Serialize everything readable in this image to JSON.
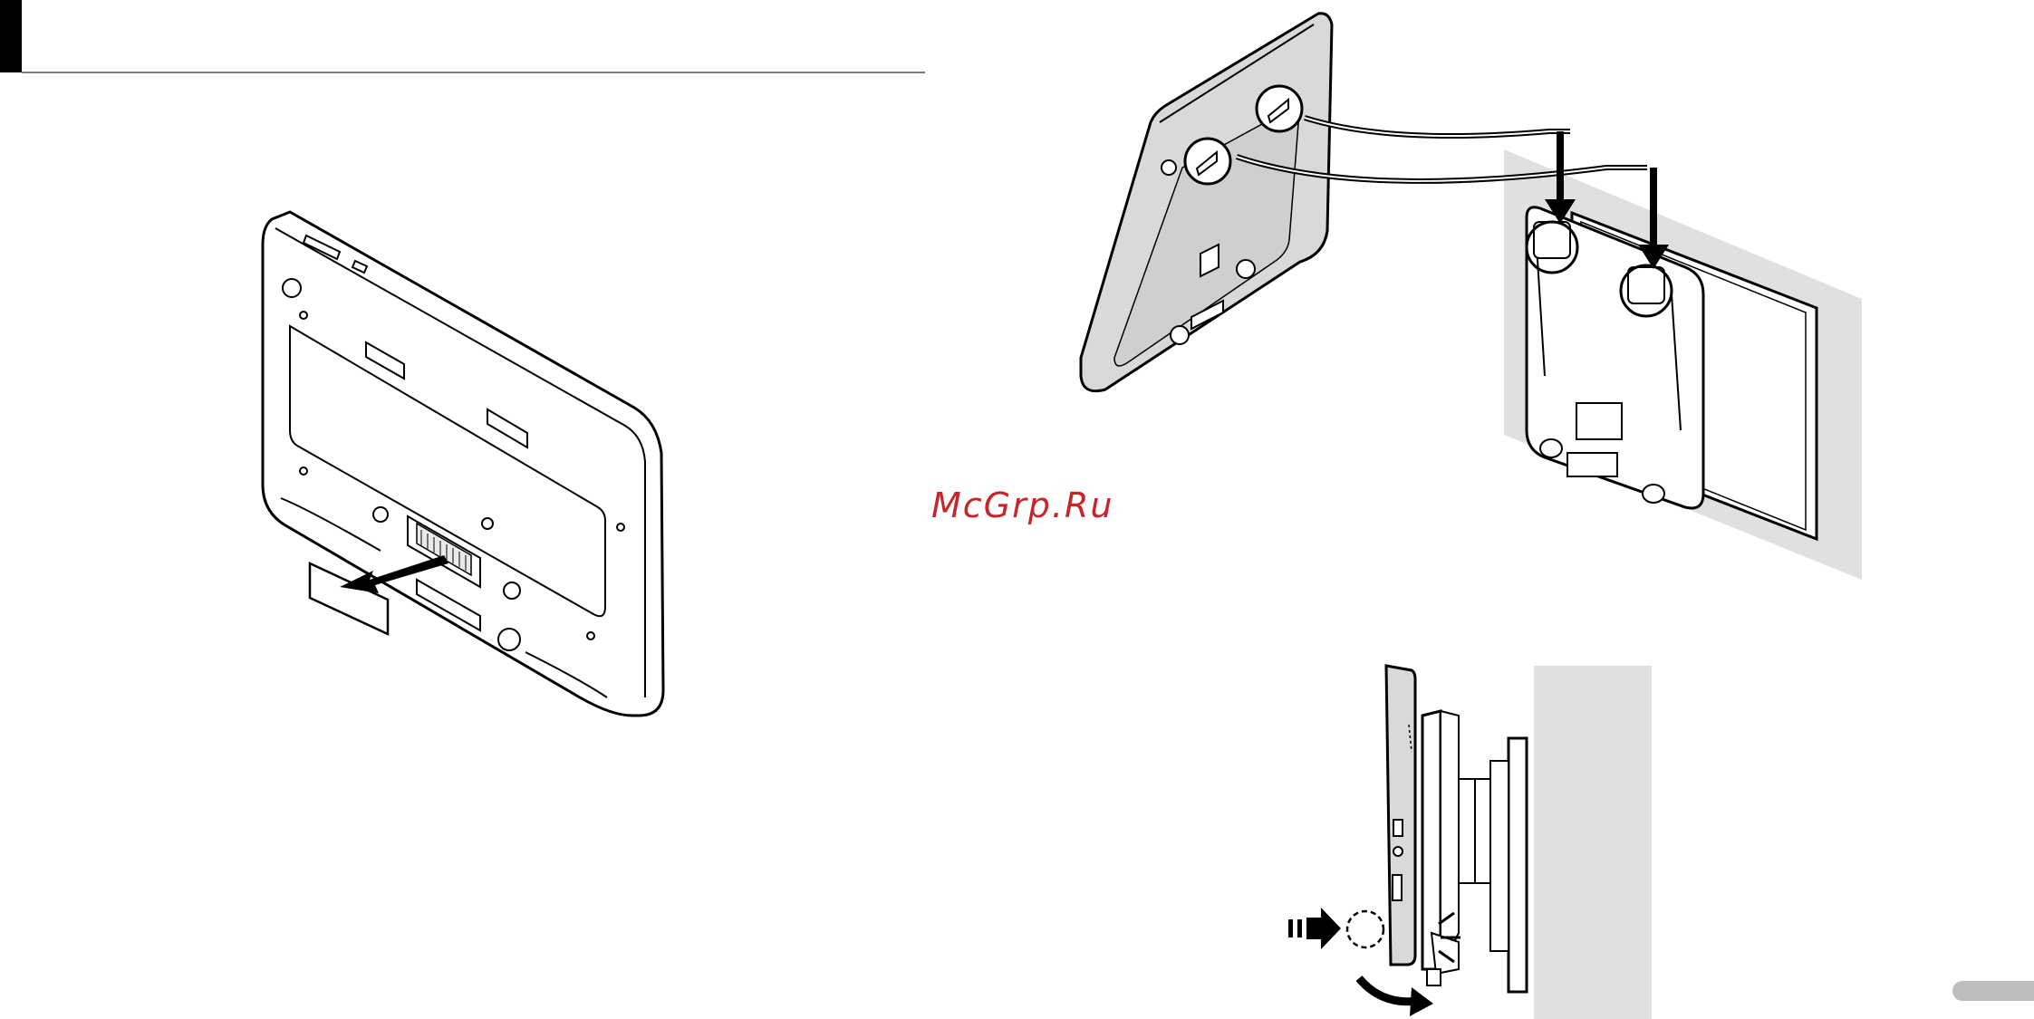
{
  "watermark": {
    "text": "McGrp.Ru",
    "color": "#c8242b"
  },
  "colors": {
    "ink": "#000000",
    "panel_fill": "#e6e6e6",
    "device_fill": "#d9d9d9",
    "rule": "#7a7a7a"
  },
  "figures": [
    {
      "id": "figure-1",
      "icon": "tablet-back-remove-cover"
    },
    {
      "id": "figure-2",
      "icon": "tablet-hook-onto-wall-bracket"
    },
    {
      "id": "figure-3",
      "icon": "tablet-press-and-snap-side-view"
    }
  ]
}
